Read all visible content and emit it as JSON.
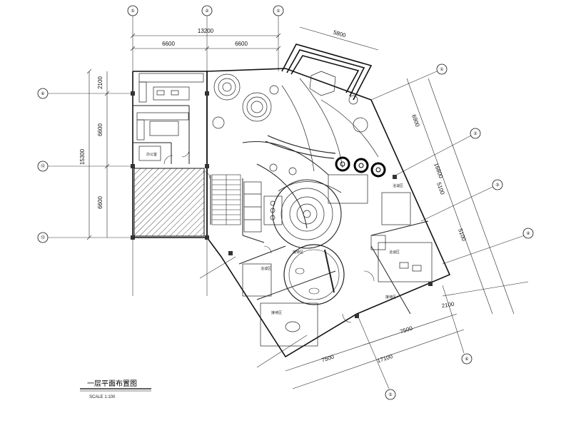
{
  "dimensions": {
    "top_total": "13200",
    "top_left": "6600",
    "top_right": "6600",
    "top_wing": "5800",
    "left_total": "15300",
    "left_a": "2100",
    "left_b": "6600",
    "left_c": "6600",
    "right_total": "16800",
    "right_a": "6900",
    "right_b": "5100",
    "right_c": "5100",
    "right_d": "2100",
    "bottom_total": "17100",
    "bottom_a": "7500",
    "bottom_b": "7500"
  },
  "axes": {
    "top": [
      "⑤",
      "②",
      "①"
    ],
    "left": [
      "⑥",
      "⑫",
      "⑬"
    ],
    "right": [
      "①",
      "②",
      "③",
      "④"
    ],
    "bottom": [
      "⑥",
      "⑤"
    ]
  },
  "rooms": [
    "办公室",
    "接待区",
    "洽谈区",
    "洽谈区",
    "洽谈区",
    "接待区",
    "接待区"
  ],
  "drawing": {
    "title": "一层平面布置图",
    "scale": "SCALE 1:100"
  }
}
